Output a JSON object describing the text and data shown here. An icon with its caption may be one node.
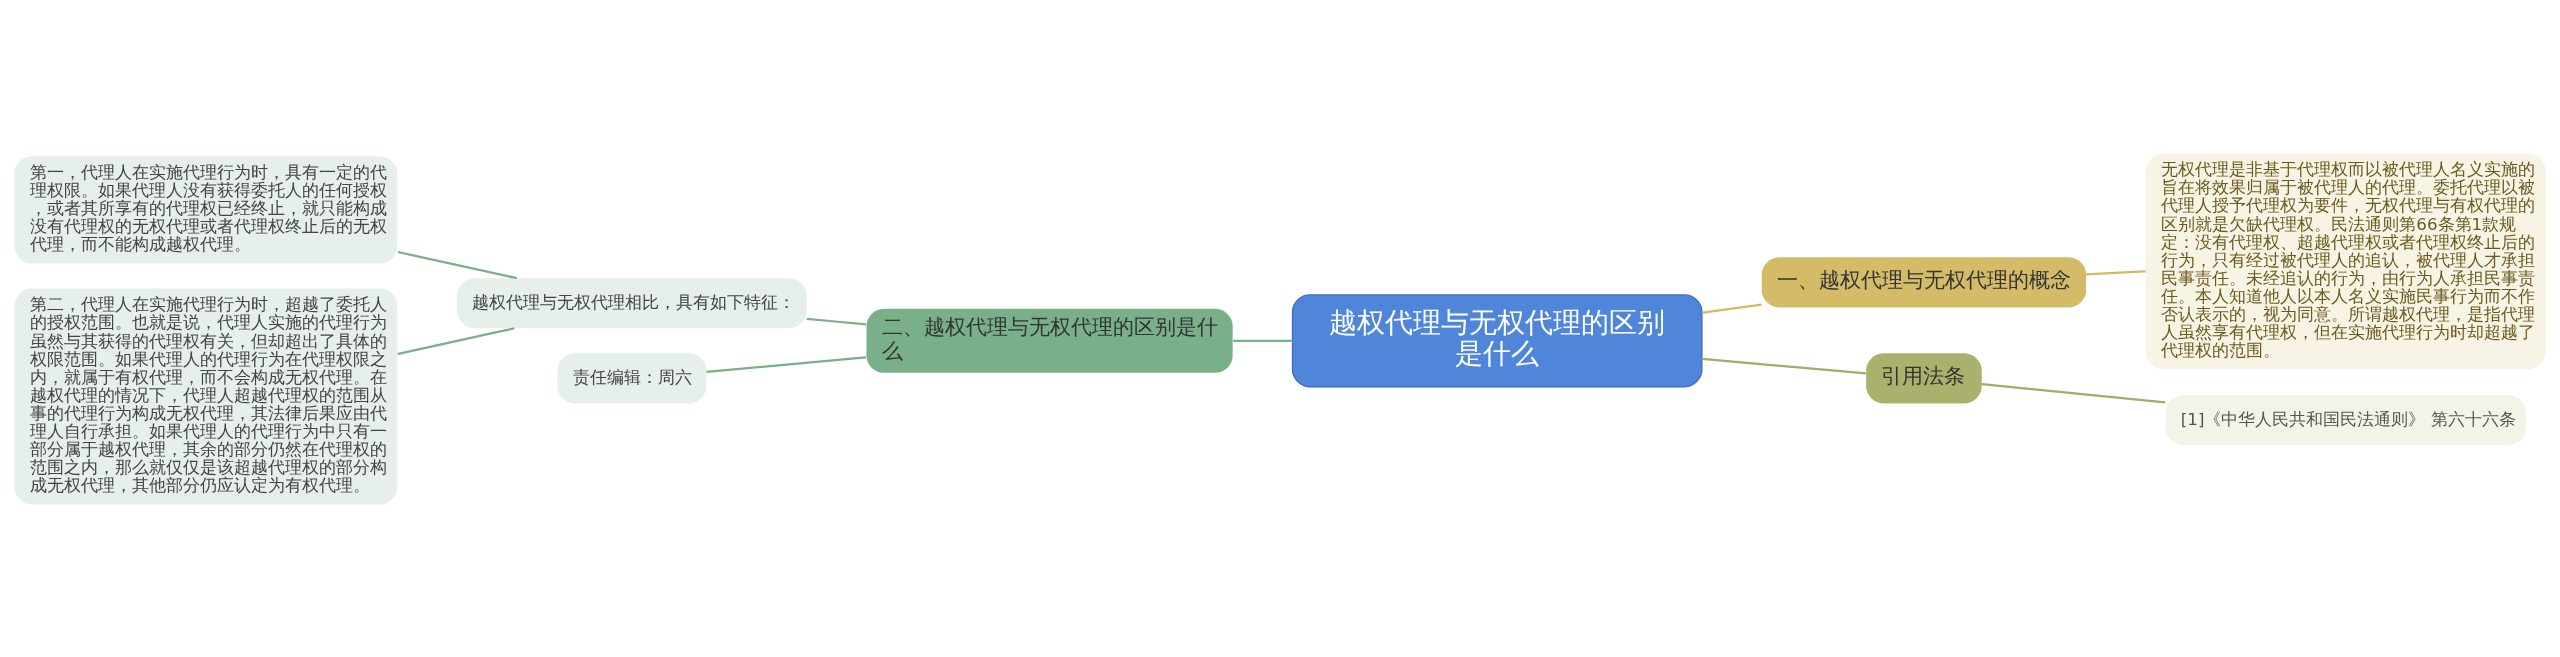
{
  "diagram": {
    "nodes": [
      {
        "text": [
          "越权代理与无权代理的区别是什么"
        ]
      },
      {
        "text": [
          "一、越权代理与无权代理的概念"
        ]
      },
      {
        "text": [
          "无权代理是非基于代理权而以被代理人名义实施的旨在将效果归属于被代理人的代理。委托代理以被代理人授予代理权为要件，无权代理与有权代理的区别就是欠缺代理权。民法通则第66条第1款规定：没有代理权、超越代理权或者代理权终止后的行为，只有经过被代理人的追认，被代理人才承担民事责任。未经追认的行为，由行为人承担民事责任。本人知道他人以本人名义实施民事行为而不作否认表示的，视为同意。所谓越权代理，是指代理人虽然享有代理权，但在实施代理行为时却超越了代理权的范围。"
        ]
      },
      {
        "text": [
          "引用法条"
        ]
      },
      {
        "text": [
          "[1]《中华人民共和国民法通则》 第六十六条"
        ]
      },
      {
        "text": [
          "二、越权代理与无权代理的区别是什么"
        ]
      },
      {
        "text": [
          "越权代理与无权代理相比，具有如下特征："
        ]
      },
      {
        "text": [
          "第一，代理人在实施代理行为时，具有一定的代理权限。如果代理人没有获得委托人的任何授权，或者其所享有的代理权已经终止，就只能构成没有代理权的无权代理或者代理权终止后的无权代理，而不能构成越权代理。"
        ]
      },
      {
        "text": [
          "第二，代理人在实施代理行为时，超越了委托人的授权范围。也就是说，代理人实施的代理行为虽然与其获得的代理权有关，但却超出了具体的权限范围。如果代理人的代理行为在代理权限之内，就属于有权代理，而不会构成无权代理。在越权代理的情况下，代理人超越代理权的范围从事的代理行为构成无权代理，其法律后果应由代理人自行承担。如果代理人的代理行为中只有一部分属于越权代理，其余的部分仍然在代理权的范围之内，那么就仅仅是该超越代理权的部分构成无权代理，其他部分仍应认定为有权代理。"
        ]
      },
      {
        "text": [
          "责任编辑：周六"
        ]
      }
    ],
    "edges": [
      {
        "from": 0,
        "to": 1,
        "arrow": "none",
        "color": "#d2b965"
      },
      {
        "from": 1,
        "to": 2,
        "arrow": "none",
        "color": "#d2b965"
      },
      {
        "from": 0,
        "to": 3,
        "arrow": "none",
        "color": "#a6ab68"
      },
      {
        "from": 3,
        "to": 4,
        "arrow": "none",
        "color": "#a6ab68"
      },
      {
        "from": 0,
        "to": 5,
        "arrow": "none"
      },
      {
        "from": 5,
        "to": 6,
        "arrow": "none"
      },
      {
        "from": 6,
        "to": 7,
        "arrow": "none"
      },
      {
        "from": 6,
        "to": 8,
        "arrow": "none"
      },
      {
        "from": 5,
        "to": 9,
        "arrow": "none"
      }
    ]
  }
}
